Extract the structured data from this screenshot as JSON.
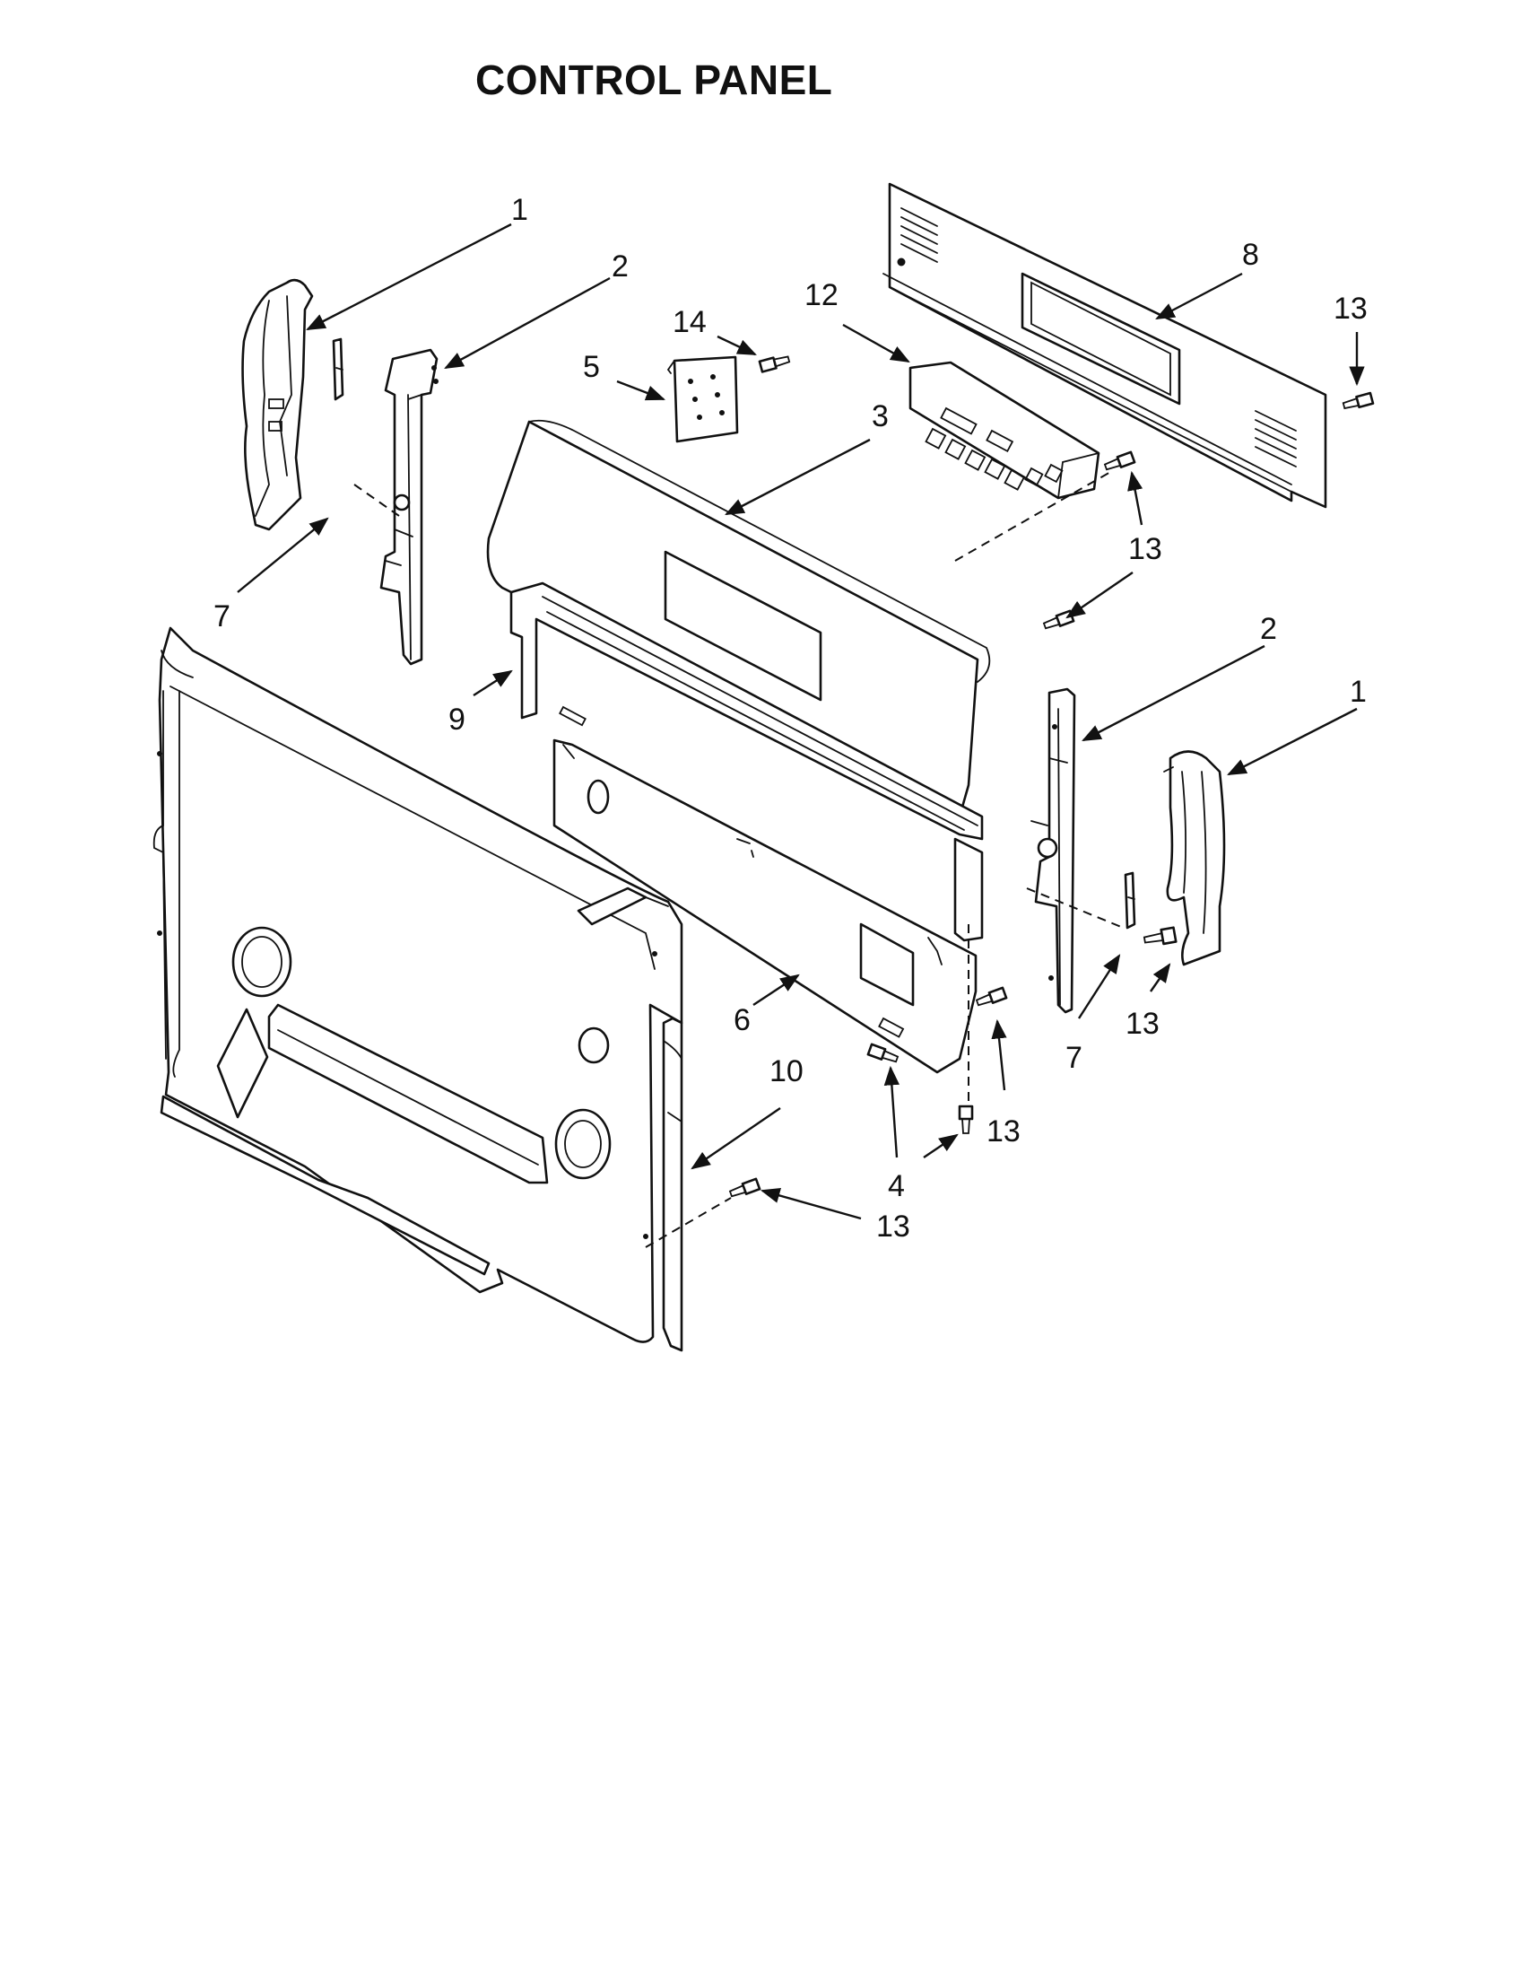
{
  "title": "CONTROL PANEL",
  "callouts": [
    {
      "id": "c1a",
      "label": "1"
    },
    {
      "id": "c2a",
      "label": "2"
    },
    {
      "id": "c14",
      "label": "14"
    },
    {
      "id": "c12",
      "label": "12"
    },
    {
      "id": "c8",
      "label": "8"
    },
    {
      "id": "c13a",
      "label": "13"
    },
    {
      "id": "c5",
      "label": "5"
    },
    {
      "id": "c3",
      "label": "3"
    },
    {
      "id": "c13b",
      "label": "13"
    },
    {
      "id": "c7a",
      "label": "7"
    },
    {
      "id": "c2b",
      "label": "2"
    },
    {
      "id": "c1b",
      "label": "1"
    },
    {
      "id": "c9",
      "label": "9"
    },
    {
      "id": "c6",
      "label": "6"
    },
    {
      "id": "c7b",
      "label": "7"
    },
    {
      "id": "c13c",
      "label": "13"
    },
    {
      "id": "c13d",
      "label": "13"
    },
    {
      "id": "c10",
      "label": "10"
    },
    {
      "id": "c4",
      "label": "4"
    },
    {
      "id": "c13e",
      "label": "13"
    }
  ]
}
